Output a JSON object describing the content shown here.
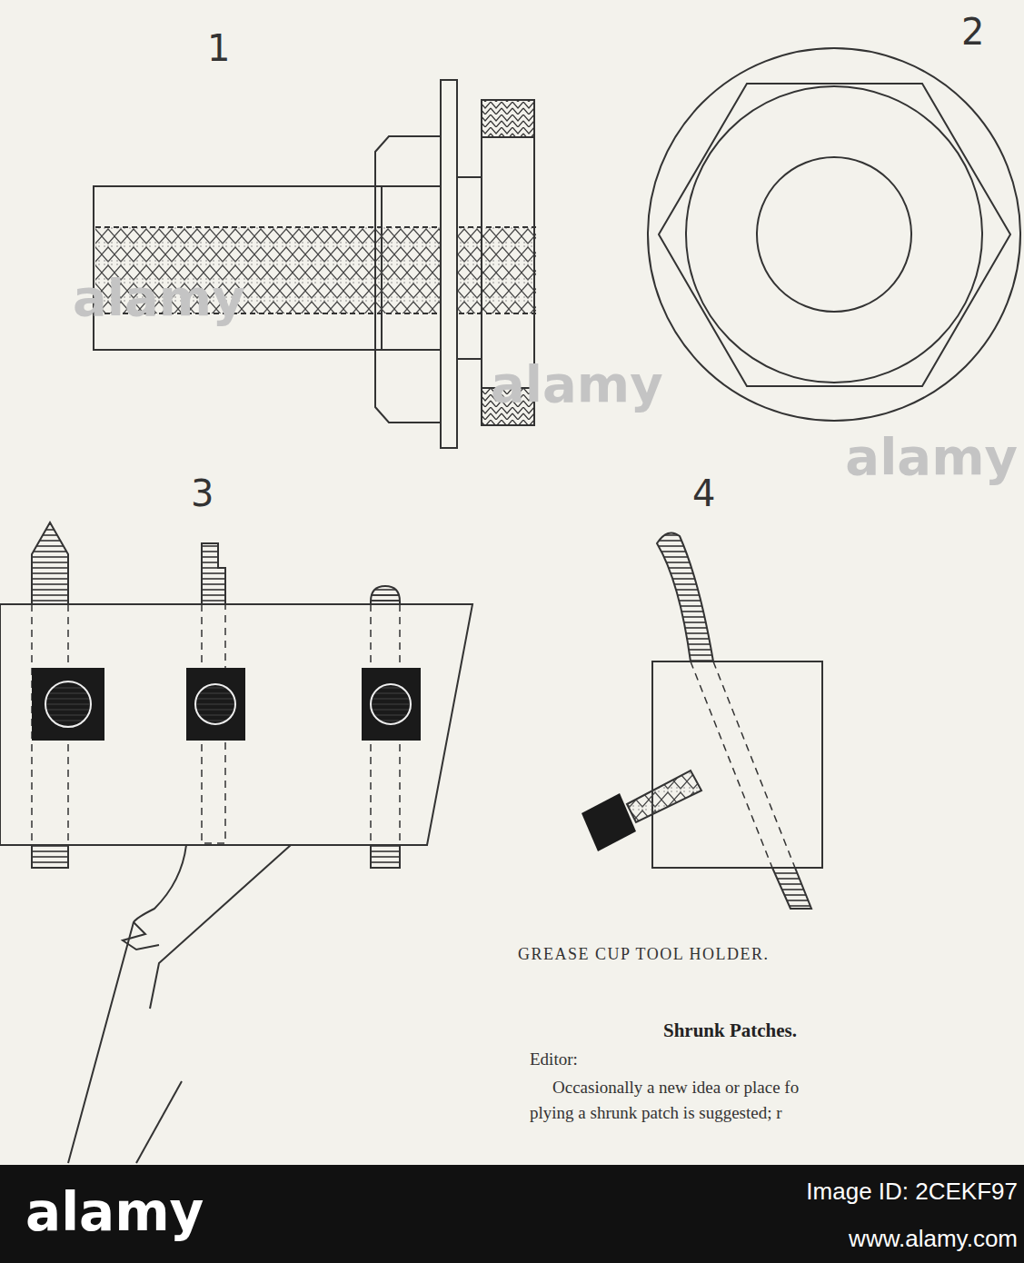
{
  "diagram": {
    "caption": "GREASE CUP TOOL HOLDER.",
    "labels": [
      "1",
      "2",
      "3",
      "4",
      "Shrunk Patches.",
      "Editor:",
      "Occasionally a new idea or place fo",
      "plying a shrunk patch is suggested; r",
      "alamy",
      "alamy",
      "alamy",
      "alamy",
      "Image ID: 2CEKF97",
      "www.alamy.com"
    ]
  }
}
